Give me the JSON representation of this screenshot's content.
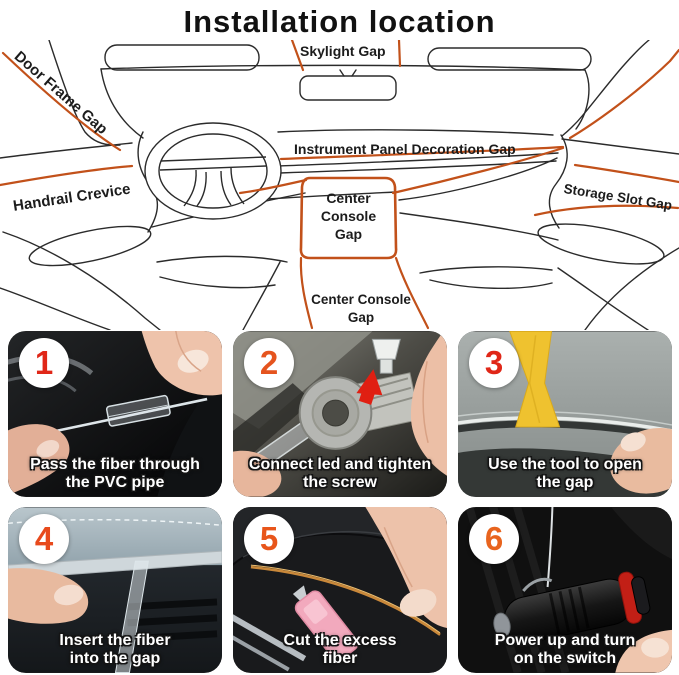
{
  "title": "Installation location",
  "diagram": {
    "labels": {
      "skylight": "Skylight Gap",
      "door_frame": "Door Frame Gap",
      "instrument_panel": "Instrument Panel Decoration Gap",
      "handrail": "Handrail Crevice",
      "center_console_box": "Center\nConsole\nGap",
      "storage_slot": "Storage Slot Gap",
      "center_console_bottom": "Center Console\nGap"
    },
    "accent_color": "#c2511a",
    "line_color": "#2b2b2b"
  },
  "steps": [
    {
      "num": "1",
      "num_color": "#e02718",
      "caption": "Pass the fiber through\nthe PVC pipe"
    },
    {
      "num": "2",
      "num_color": "#e5541e",
      "caption": "Connect led and tighten\nthe screw"
    },
    {
      "num": "3",
      "num_color": "#e02718",
      "caption": "Use the tool to open\nthe gap"
    },
    {
      "num": "4",
      "num_color": "#e84a1c",
      "caption": "Insert the fiber\ninto the gap"
    },
    {
      "num": "5",
      "num_color": "#e8551a",
      "caption": "Cut the excess\nfiber"
    },
    {
      "num": "6",
      "num_color": "#e8641e",
      "caption": "Power up and turn\non the switch"
    }
  ]
}
